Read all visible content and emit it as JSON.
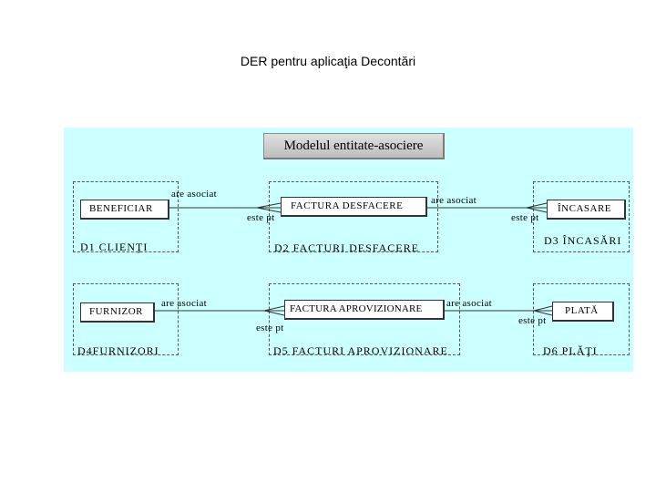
{
  "slide_title": "DER pentru aplicaţia Decontări",
  "header": "Modelul entitate-asociere",
  "groups": {
    "d1": "D1  CLIENŢI",
    "d2": "D2  FACTURI DESFACERE",
    "d3": "D3  ÎNCASĂRI",
    "d4": "D4FURNIZORI",
    "d5": "D5  FACTURI APROVIZIONARE",
    "d6": "D6  PLĂŢI"
  },
  "entities": {
    "beneficiar": "BENEFICIAR",
    "factura_desfacere": "FACTURA DESFACERE",
    "incasare": "ÎNCASARE",
    "furnizor": "FURNIZOR",
    "factura_aprovizionare": "FACTURA APROVIZIONARE",
    "plata": "PLATĂ"
  },
  "relations": {
    "are_asociat": "are asociat",
    "este_pt": "este pt"
  },
  "colors": {
    "panel": "#ccffff",
    "header_bg": "#c8c8c8",
    "entity_bg": "#ffffff"
  }
}
